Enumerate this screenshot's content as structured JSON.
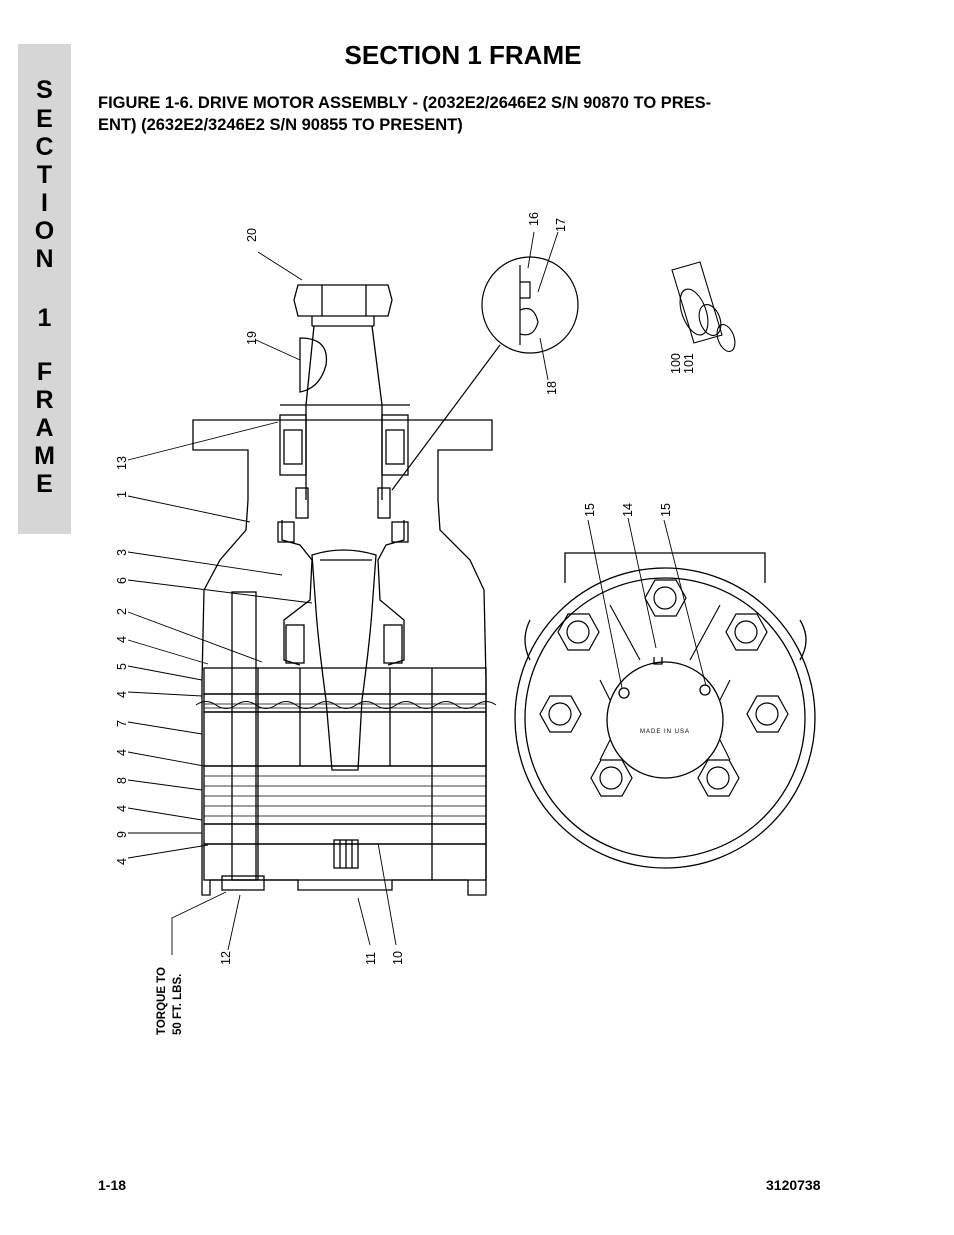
{
  "side_tab": {
    "chars": [
      "S",
      "E",
      "C",
      "T",
      "I",
      "O",
      "N",
      "",
      "1",
      "",
      "F",
      "R",
      "A",
      "M",
      "E"
    ]
  },
  "header": {
    "title": "SECTION 1  FRAME"
  },
  "figure": {
    "title_line1": "FIGURE 1-6.    DRIVE MOTOR ASSEMBLY - (2032E2/2646E2 S/N 90870 TO PRES-",
    "title_line2": "ENT) (2632E2/3246E2 S/N 90855 TO PRESENT)"
  },
  "callouts": {
    "c20": "20",
    "c19": "19",
    "c16": "16",
    "c17": "17",
    "c18": "18",
    "c100": "100",
    "c101": "101",
    "c13": "13",
    "c1": "1",
    "c3": "3",
    "c6": "6",
    "c2": "2",
    "c4a": "4",
    "c5": "5",
    "c4b": "4",
    "c7": "7",
    "c4c": "4",
    "c8": "8",
    "c4d": "4",
    "c9": "9",
    "c4e": "4",
    "c12": "12",
    "c11": "11",
    "c10": "10",
    "c15a": "15",
    "c14": "14",
    "c15b": "15"
  },
  "torque_note": {
    "line1": "TORQUE TO",
    "line2": "50 FT. LBS."
  },
  "end_view": {
    "stamp": "MADE IN USA"
  },
  "footer": {
    "page": "1-18",
    "doc_number": "3120738"
  }
}
